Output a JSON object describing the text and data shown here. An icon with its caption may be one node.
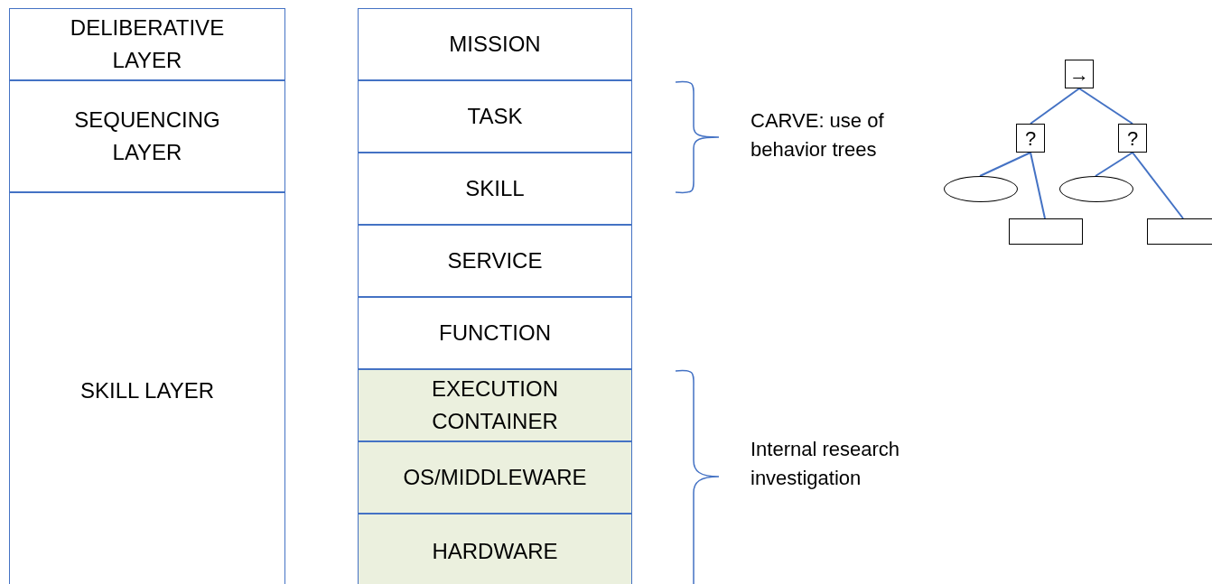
{
  "diagram": {
    "nodes": [
      {
        "text": [
          "DELIBERATIVE LAYER"
        ]
      },
      {
        "text": [
          "SEQUENCING LAYER"
        ]
      },
      {
        "text": [
          "SKILL LAYER"
        ]
      },
      {
        "text": [
          "MISSION"
        ]
      },
      {
        "text": [
          "TASK"
        ]
      },
      {
        "text": [
          "SKILL"
        ]
      },
      {
        "text": [
          "SERVICE"
        ]
      },
      {
        "text": [
          "FUNCTION"
        ]
      },
      {
        "text": [
          "EXECUTION CONTAINER"
        ]
      },
      {
        "text": [
          "OS/MIDDLEWARE"
        ]
      },
      {
        "text": [
          "HARDWARE"
        ]
      },
      {
        "text": [
          "→"
        ]
      },
      {
        "text": [
          "?"
        ]
      },
      {
        "text": [
          "?"
        ]
      },
      {
        "text": [],
        "shape": "ellipse"
      },
      {
        "text": [],
        "shape": "box"
      },
      {
        "text": [],
        "shape": "ellipse"
      },
      {
        "text": [],
        "shape": "box"
      }
    ],
    "edges": [
      {
        "from": 11,
        "to": 12,
        "arrow": "none"
      },
      {
        "from": 11,
        "to": 13,
        "arrow": "none"
      },
      {
        "from": 12,
        "to": 14,
        "arrow": "none"
      },
      {
        "from": 12,
        "to": 15,
        "arrow": "none"
      },
      {
        "from": 13,
        "to": 16,
        "arrow": "none"
      },
      {
        "from": 13,
        "to": 17,
        "arrow": "none"
      }
    ],
    "labels": [
      "CARVE: use of behavior trees",
      "Internal research investigation"
    ]
  }
}
